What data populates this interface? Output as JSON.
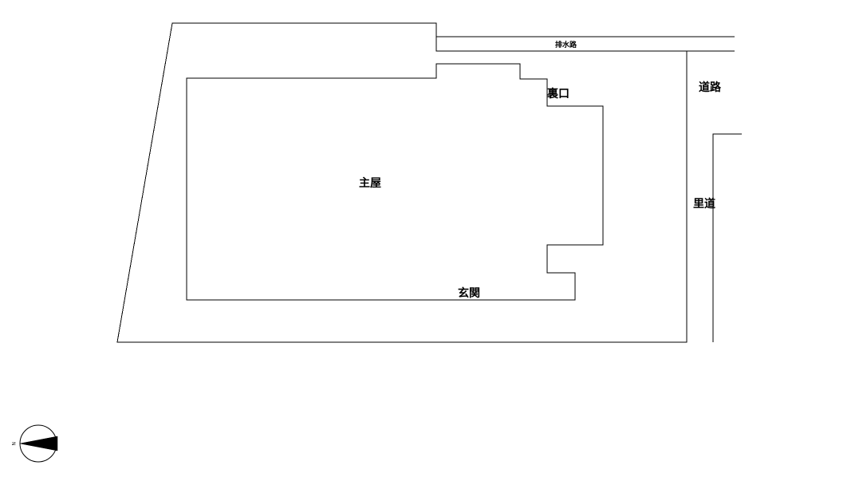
{
  "labels": {
    "drainage": "排水路",
    "back_entrance": "裏口",
    "road": "道路",
    "main_house": "主屋",
    "village_road": "里道",
    "front_entrance": "玄関"
  },
  "compass": {
    "north_letter": "N"
  },
  "colors": {
    "stroke": "#000000",
    "background": "#ffffff"
  }
}
